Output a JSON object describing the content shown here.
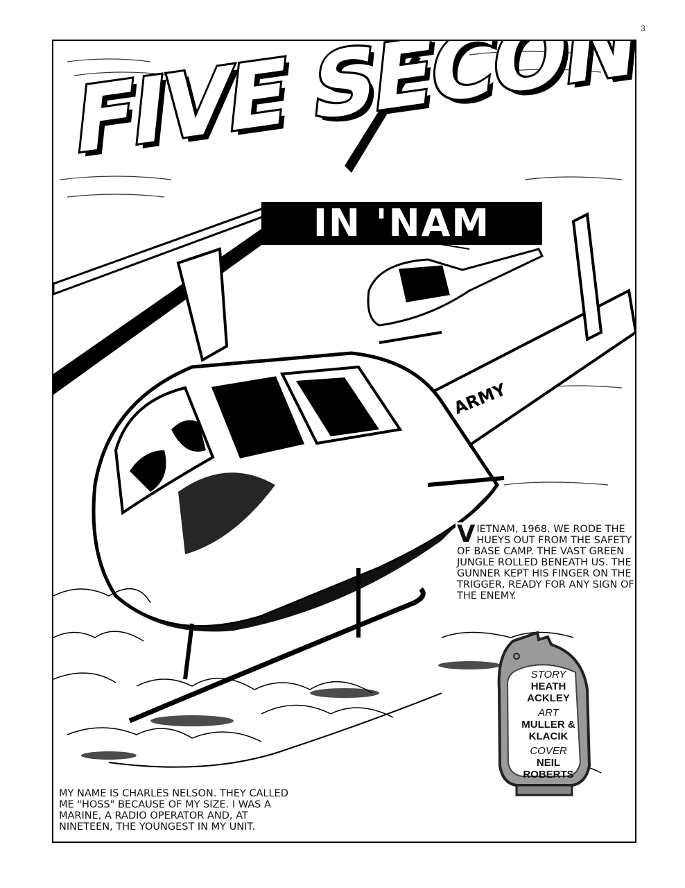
{
  "page_number": "3",
  "title": {
    "main": "FIVE SECONDS",
    "sub": "IN 'NAM"
  },
  "artwork": {
    "tail_lettering": "US ARMY"
  },
  "captions": {
    "narration_top_dropcap": "V",
    "narration_top": "IETNAM, 1968. WE RODE THE HUEYS OUT FROM THE SAFETY OF BASE CAMP. THE VAST GREEN JUNGLE ROLLED BENEATH US. THE GUNNER KEPT HIS FINGER ON THE TRIGGER, READY FOR ANY SIGN OF THE ENEMY.",
    "narration_bottom": "MY NAME IS CHARLES NELSON. THEY CALLED ME \"HOSS\" BECAUSE OF MY SIZE. I WAS A MARINE, A RADIO OPERATOR AND, AT NINETEEN, THE YOUNGEST IN MY UNIT."
  },
  "credits": {
    "story_label": "STORY",
    "story_names": "HEATH ACKLEY",
    "art_label": "ART",
    "art_names": "MULLER & KLACIK",
    "cover_label": "COVER",
    "cover_names": "NEIL ROBERTS"
  }
}
